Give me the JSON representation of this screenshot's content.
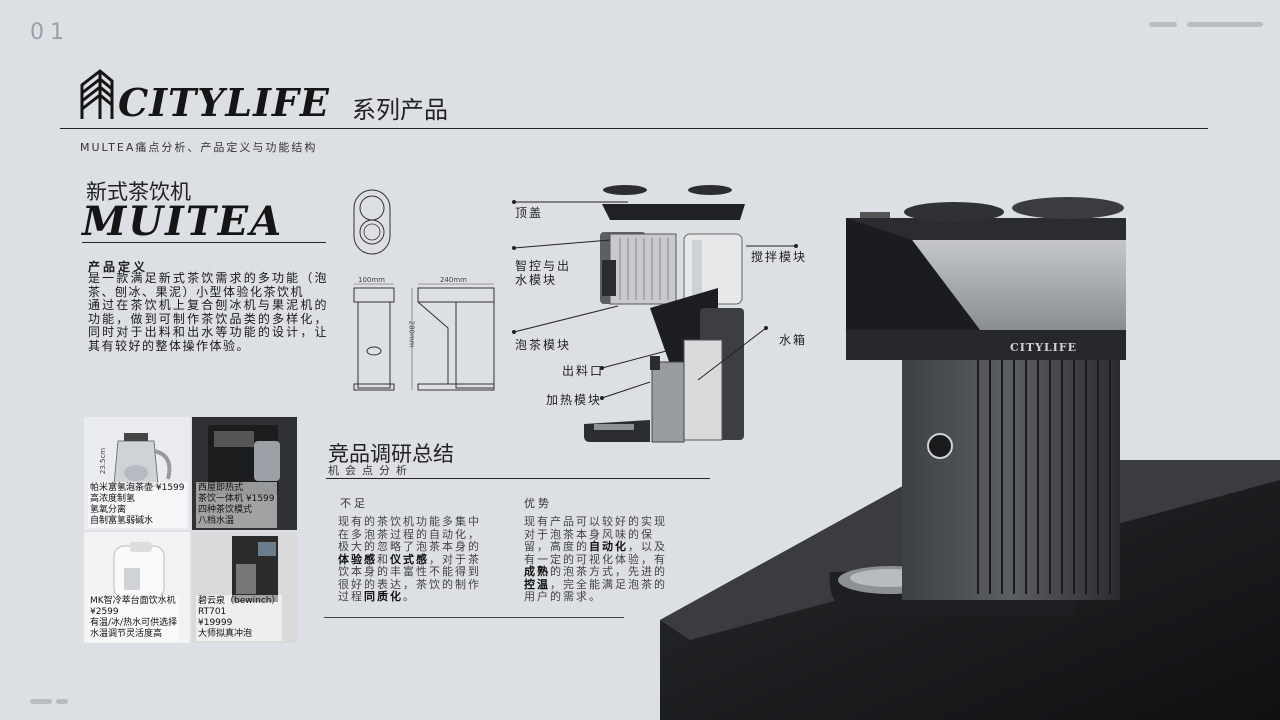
{
  "page_number": "01",
  "brand": {
    "name": "CITYLIFE",
    "suffix": "系列产品"
  },
  "subtitle": "MULTEA痛点分析、产品定义与功能结构",
  "product": {
    "cn_name": "新式茶饮机",
    "en_name": "MUITEA"
  },
  "definition": {
    "title": "产品定义",
    "paragraphs": [
      "是一款满足新式茶饮需求的多功能（泡茶、刨冰、果泥）小型体验化茶饮机",
      "通过在茶饮机上复合刨冰机与果泥机的功能，做到可制作茶饮品类的多样化，同时对于出料和出水等功能的设计，让其有较好的整体操作体验。"
    ]
  },
  "dimensions": {
    "width": "100mm",
    "depth": "240mm",
    "height": "280mm"
  },
  "parts": {
    "lid": "顶盖",
    "control": [
      "智控与出",
      "水模块"
    ],
    "brew": "泡茶模块",
    "outlet": "出料口",
    "heat": "加热模块",
    "stir": "搅拌模块",
    "tank": "水箱"
  },
  "competitors": [
    {
      "name": "帕米富氢泡茶壶 ¥1599",
      "lines": [
        "高浓度制氢",
        "氢氧分离",
        "自制富氢弱碱水"
      ],
      "note": "23.5cm"
    },
    {
      "name": "西屋即热式",
      "lines": [
        "茶饮一体机 ¥1599",
        "四种茶饮模式",
        "八档水温"
      ]
    },
    {
      "name": "MK智冷萃台面饮水机",
      "lines": [
        "¥2599",
        "有温/冰/热水可供选择",
        "水温调节灵活度高"
      ]
    },
    {
      "name": "碧云泉（bewinch）",
      "lines": [
        "RT701",
        "¥19999",
        "大师拟真冲泡"
      ]
    }
  ],
  "summary": {
    "title": "竞品调研总结",
    "subtitle": "机会点分析",
    "cons": {
      "title": "不足",
      "segments": [
        {
          "t": "现有的茶饮机功能多集中在多泡茶过程的自动化，极大的忽略了泡茶本身的",
          "b": false
        },
        {
          "t": "体验感",
          "b": true
        },
        {
          "t": "和",
          "b": false
        },
        {
          "t": "仪式感",
          "b": true
        },
        {
          "t": "，对于茶饮本身的丰富性不能得到很好的表达，茶饮的制作过程",
          "b": false
        },
        {
          "t": "同质化",
          "b": true
        },
        {
          "t": "。",
          "b": false
        }
      ]
    },
    "pros": {
      "title": "优势",
      "segments": [
        {
          "t": "现有产品可以较好的实现对于泡茶本身风味的保留，高度的",
          "b": false
        },
        {
          "t": "自动化",
          "b": true
        },
        {
          "t": "，以及有一定的可视化体验，有",
          "b": false
        },
        {
          "t": "成熟",
          "b": true
        },
        {
          "t": "的泡茶方式，先进的",
          "b": false
        },
        {
          "t": "控温",
          "b": true
        },
        {
          "t": "，完全能满足泡茶的用户的需求。",
          "b": false
        }
      ]
    }
  },
  "render_logo": "CITYLIFE",
  "colors": {
    "background": "#dcdfe3",
    "ink": "#151515",
    "accent_gray": "#b9bdc2"
  }
}
